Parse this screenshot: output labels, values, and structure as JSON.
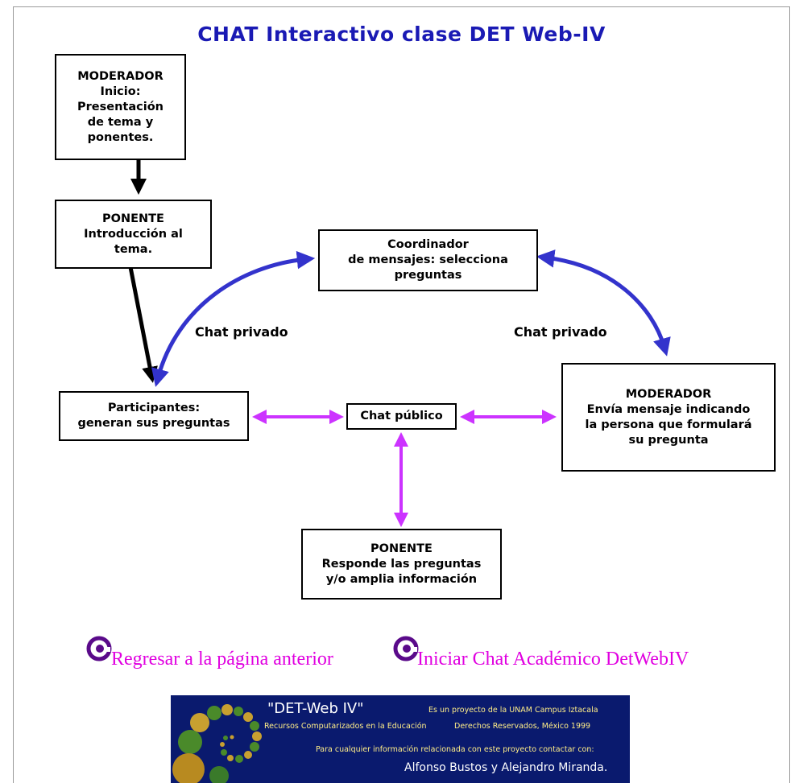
{
  "title": "CHAT Interactivo clase DET Web-IV",
  "boxes": {
    "moderador_inicio": [
      "MODERADOR",
      "Inicio:",
      "Presentación",
      "de tema y",
      "ponentes."
    ],
    "ponente_intro": [
      "PONENTE",
      "Introducción al",
      "tema."
    ],
    "coordinador": [
      "Coordinador",
      "de mensajes: selecciona",
      "preguntas"
    ],
    "participantes": [
      "Participantes:",
      "generan sus preguntas"
    ],
    "chat_publico": [
      "Chat público"
    ],
    "moderador_envia": [
      "MODERADOR",
      "Envía mensaje indicando",
      "la persona que formulará",
      "su pregunta"
    ],
    "ponente_responde": [
      "PONENTE",
      "Responde las preguntas",
      "y/o amplia información"
    ]
  },
  "labels": {
    "chat_privado_left": "Chat privado",
    "chat_privado_right": "Chat privado"
  },
  "links": {
    "back": "Regresar a la página anterior",
    "start_chat": "Iniciar Chat Académico DetWebIV"
  },
  "banner": {
    "title": "\"DET-Web IV\"",
    "sub1": "Es un proyecto de la UNAM Campus Iztacala",
    "sub2": "Recursos Computarizados en la Educación",
    "sub3": "Derechos Reservados, México 1999",
    "contact": "Para cualquier información relacionada con este proyecto contactar con:",
    "names": "Alfonso Bustos y Alejandro Miranda."
  },
  "colors": {
    "title": "#1a1ab4",
    "private_arrow": "#3333cc",
    "public_arrow": "#cc33ff",
    "link": "#e000e0",
    "banner_bg": "#0a1a6e"
  }
}
